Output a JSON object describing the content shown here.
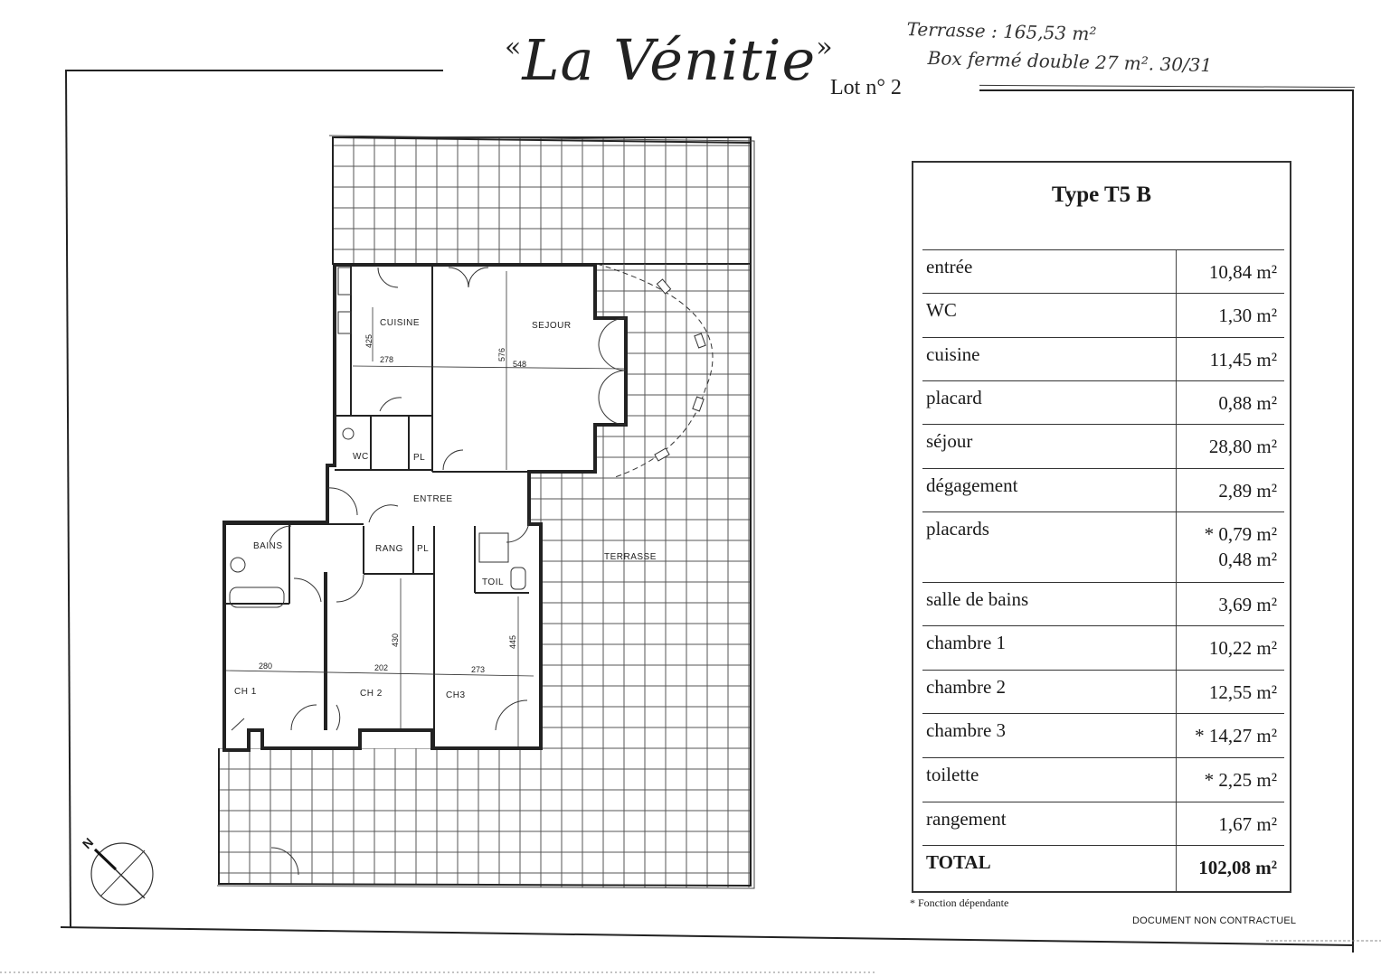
{
  "header": {
    "title_open_quote": "«",
    "title": "La Vénitie",
    "title_close_quote": "»",
    "lot": "Lot n° 2",
    "handwritten_notes": [
      "Terrasse : 165,53 m²",
      "Box fermé double 27 m². 30/31"
    ]
  },
  "plan": {
    "rooms": [
      {
        "name": "CUISINE"
      },
      {
        "name": "SEJOUR"
      },
      {
        "name": "WC"
      },
      {
        "name": "PL"
      },
      {
        "name": "ENTREE"
      },
      {
        "name": "BAINS"
      },
      {
        "name": "RANG"
      },
      {
        "name": "PL"
      },
      {
        "name": "TOIL"
      },
      {
        "name": "TERRASSE"
      },
      {
        "name": "CH 1"
      },
      {
        "name": "CH 2"
      },
      {
        "name": "CH3"
      }
    ],
    "dimensions": {
      "cuisine_height": "425",
      "cuisine_width": "278",
      "sejour_height": "576",
      "sejour_width": "548",
      "ch1_width": "280",
      "ch2_width": "202",
      "ch2_height": "430",
      "ch3_width": "273",
      "ch3_height": "445"
    },
    "compass": {
      "label": "N"
    }
  },
  "table": {
    "title": "Type T5 B",
    "unit": "m²",
    "rows": [
      {
        "label": "entrée",
        "value": "10,84 m²"
      },
      {
        "label": "WC",
        "value": "1,30 m²"
      },
      {
        "label": "cuisine",
        "value": "11,45 m²"
      },
      {
        "label": "placard",
        "value": "0,88 m²"
      },
      {
        "label": "séjour",
        "value": "28,80 m²"
      },
      {
        "label": "dégagement",
        "value": "2,89 m²"
      },
      {
        "label": "placards",
        "value": "* 0,79 m²",
        "value2": "0,48 m²"
      },
      {
        "label": "salle de bains",
        "value": "3,69 m²"
      },
      {
        "label": "chambre 1",
        "value": "10,22 m²"
      },
      {
        "label": "chambre 2",
        "value": "12,55 m²"
      },
      {
        "label": "chambre 3",
        "value": "* 14,27 m²"
      },
      {
        "label": "toilette",
        "value": "* 2,25 m²"
      },
      {
        "label": "rangement",
        "value": "1,67 m²"
      }
    ],
    "total": {
      "label": "TOTAL",
      "value": "102,08 m²"
    }
  },
  "footer": {
    "footnote": "* Fonction dépendante",
    "disclaimer": "DOCUMENT NON CONTRACTUEL"
  }
}
